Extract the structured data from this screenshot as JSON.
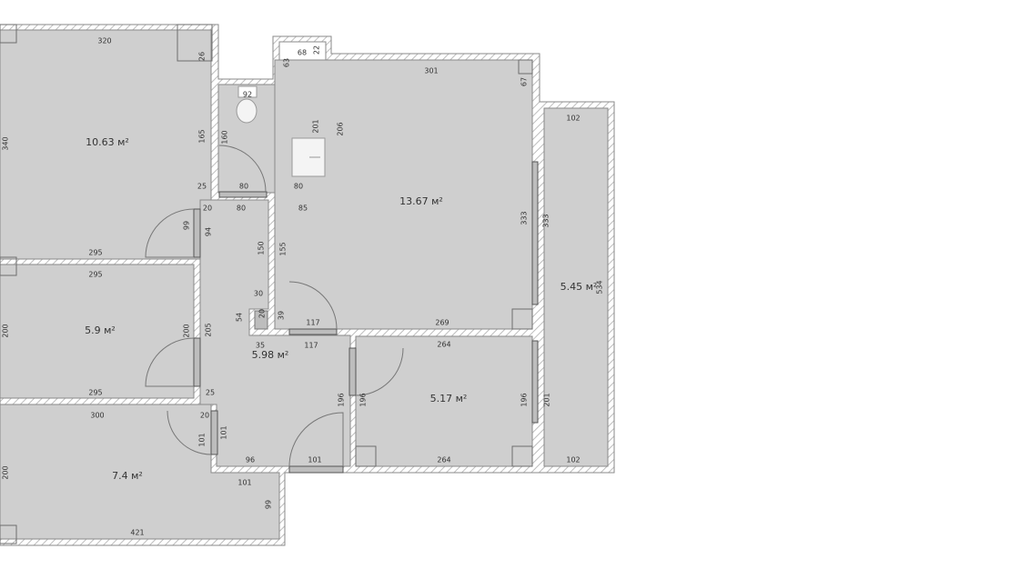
{
  "plan": {
    "area_labels": [
      "10.63 м²",
      "13.67 м²",
      "5.45 м²",
      "5.9 м²",
      "5.98 м²",
      "5.17 м²",
      "7.4 м²"
    ],
    "dimensions": [
      "320",
      "68",
      "92",
      "301",
      "80",
      "80",
      "80",
      "85",
      "20",
      "25",
      "295",
      "295",
      "30",
      "117",
      "269",
      "264",
      "35",
      "117",
      "25",
      "295",
      "300",
      "20",
      "96",
      "101",
      "264",
      "102",
      "102",
      "101",
      "421",
      "340",
      "26",
      "63",
      "22",
      "201",
      "206",
      "160",
      "165",
      "99",
      "94",
      "150",
      "155",
      "67",
      "333",
      "333",
      "534",
      "54",
      "20",
      "39",
      "200",
      "200",
      "205",
      "196",
      "196",
      "196",
      "201",
      "101",
      "101",
      "200",
      "99"
    ],
    "colors": {
      "room": "#cfcfcf",
      "wall_hatch": "#bdbdbd",
      "background": "#ffffff"
    }
  }
}
